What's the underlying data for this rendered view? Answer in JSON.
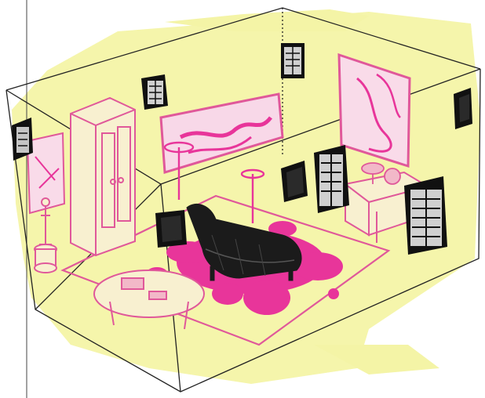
{
  "illustration": {
    "subject": "isometric-living-room-with-surround-speakers",
    "colors": {
      "background": "#ffffff",
      "wash": "#f4f4a6",
      "line": "#1a1a1a",
      "furniture_line": "#e0589a",
      "splash": "#e8359a",
      "speaker_body": "#111111",
      "speaker_grille": "#f2f2f2",
      "chaise": "#1b1b1b"
    },
    "speakers": [
      "front-left-floor-speaker",
      "center-speaker",
      "front-right-floor-speaker",
      "subwoofer",
      "left-wall-surround-speaker",
      "rear-left-surround-speaker",
      "rear-center-surround-speaker",
      "right-wall-surround-speaker",
      "center-column-speaker"
    ],
    "furniture": [
      "wardrobe",
      "abstract-wall-art",
      "mirror",
      "sideboard",
      "table-lamp",
      "chaise-longue",
      "coffee-table",
      "rug",
      "sculpture-pedestal",
      "floor-lamps",
      "paint-splash"
    ]
  }
}
